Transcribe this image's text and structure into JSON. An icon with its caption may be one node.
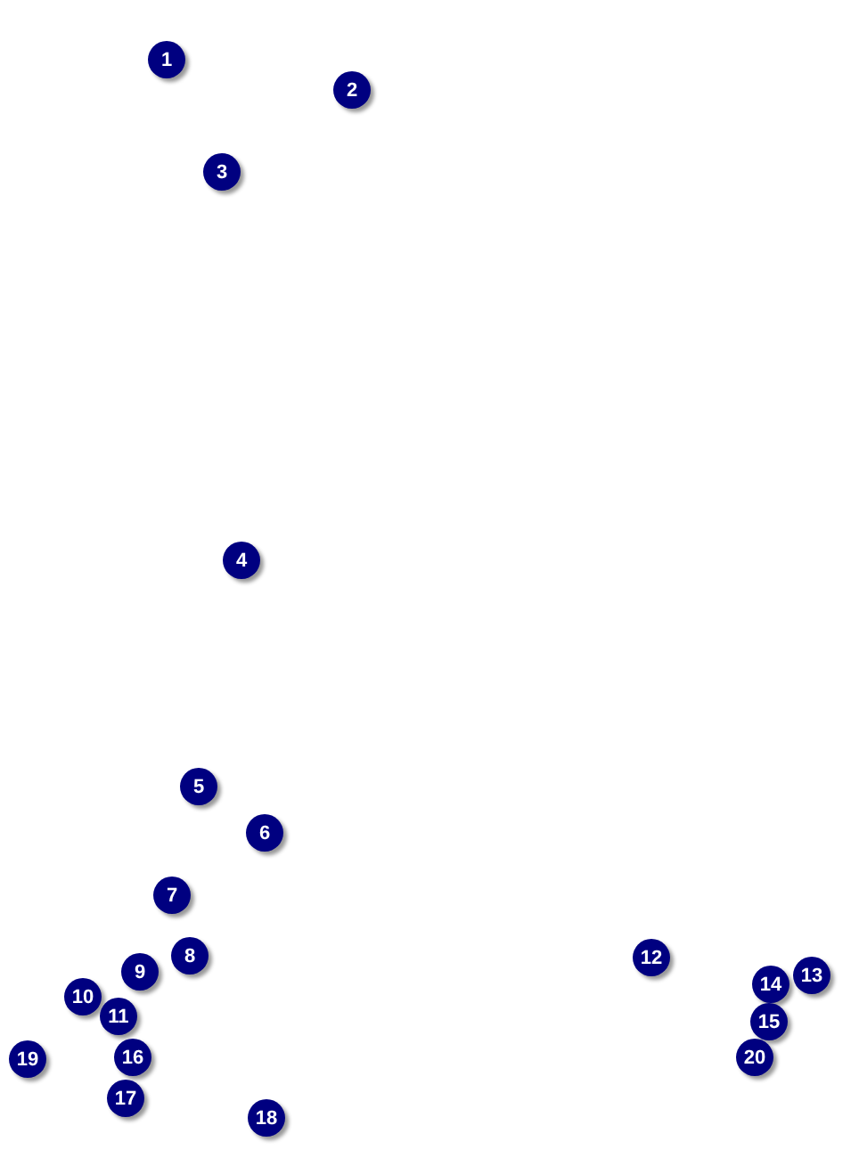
{
  "diagram": {
    "labels": [
      "1",
      "2",
      "3",
      "4",
      "5",
      "6",
      "7",
      "8",
      "9",
      "10",
      "11",
      "12",
      "13",
      "14",
      "15",
      "16",
      "17",
      "18",
      "19",
      "20"
    ]
  }
}
